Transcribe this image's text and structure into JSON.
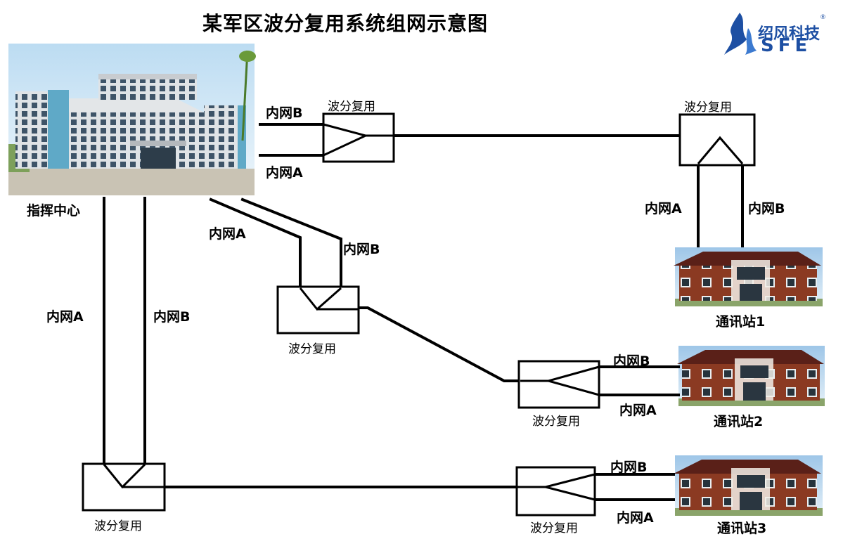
{
  "title": "某军区波分复用系统组网示意图",
  "logo": {
    "cn": "绍风科技",
    "en": "SFE",
    "reg_mark": "®",
    "icon": "flame-logo-icon"
  },
  "colors": {
    "line": "#000000",
    "logo_blue": "#1d4fa3",
    "building_brick": "#8b3a22",
    "roof": "#5a2018"
  },
  "command_center": {
    "label": "指挥中心"
  },
  "stations": [
    {
      "label": "通讯站1"
    },
    {
      "label": "通讯站2"
    },
    {
      "label": "通讯站3"
    }
  ],
  "mux_label": "波分复用",
  "mux_units": [
    {
      "label": "波分复用"
    },
    {
      "label": "波分复用"
    },
    {
      "label": "波分复用"
    },
    {
      "label": "波分复用"
    },
    {
      "label": "波分复用"
    },
    {
      "label": "波分复用"
    }
  ],
  "net_labels": {
    "cc_b": "内网B",
    "cc_a": "内网A",
    "st1_a": "内网A",
    "st1_b": "内网B",
    "diag_a": "内网A",
    "diag_b": "内网B",
    "vert_a": "内网A",
    "vert_b": "内网B",
    "st2_b": "内网B",
    "st2_a": "内网A",
    "st3_b": "内网B",
    "st3_a": "内网A"
  }
}
